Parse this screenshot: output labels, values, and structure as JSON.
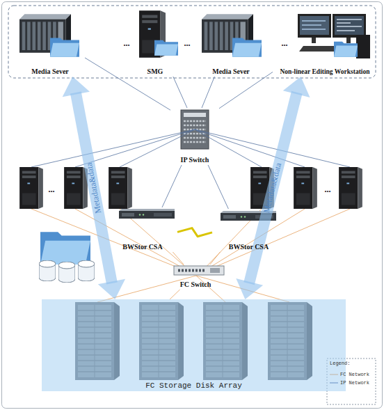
{
  "diagram": {
    "nodes": [
      {
        "text": [
          "Media Sever"
        ]
      },
      {
        "text": [
          "SMG"
        ]
      },
      {
        "text": [
          "Media Sever"
        ]
      },
      {
        "text": [
          "Non-linear Editing Workstation"
        ]
      },
      {
        "text": [
          "IP Switch"
        ]
      },
      {
        "text": [
          "BWStor CSA"
        ]
      },
      {
        "text": [
          "BWStor CSA"
        ]
      },
      {
        "text": [
          "FC Switch"
        ]
      },
      {
        "text": [
          "FC Storage Disk Array"
        ]
      }
    ],
    "edges": [
      {
        "from": 4,
        "to": 0,
        "arrow": "none"
      },
      {
        "from": 4,
        "to": 1,
        "arrow": "none"
      },
      {
        "from": 4,
        "to": 2,
        "arrow": "none"
      },
      {
        "from": 4,
        "to": 3,
        "arrow": "none"
      },
      {
        "from": 4,
        "to": 5,
        "arrow": "none"
      },
      {
        "from": 4,
        "to": 6,
        "arrow": "none"
      },
      {
        "from": 5,
        "to": 6,
        "arrow": "none"
      },
      {
        "from": 5,
        "to": 7,
        "arrow": "none"
      },
      {
        "from": 6,
        "to": 7,
        "arrow": "none"
      },
      {
        "from": 7,
        "to": 8,
        "arrow": "none"
      },
      {
        "from": 8,
        "to": 0,
        "label": "Metadata&data",
        "arrow": "both"
      },
      {
        "from": 8,
        "to": 3,
        "label": "Metadata&data",
        "arrow": "both"
      }
    ],
    "labels": [
      "...",
      "...",
      "...",
      "...",
      "...",
      "Legend:"
    ],
    "legend": [
      {
        "text": "FC Network"
      },
      {
        "text": "IP Network"
      }
    ]
  }
}
